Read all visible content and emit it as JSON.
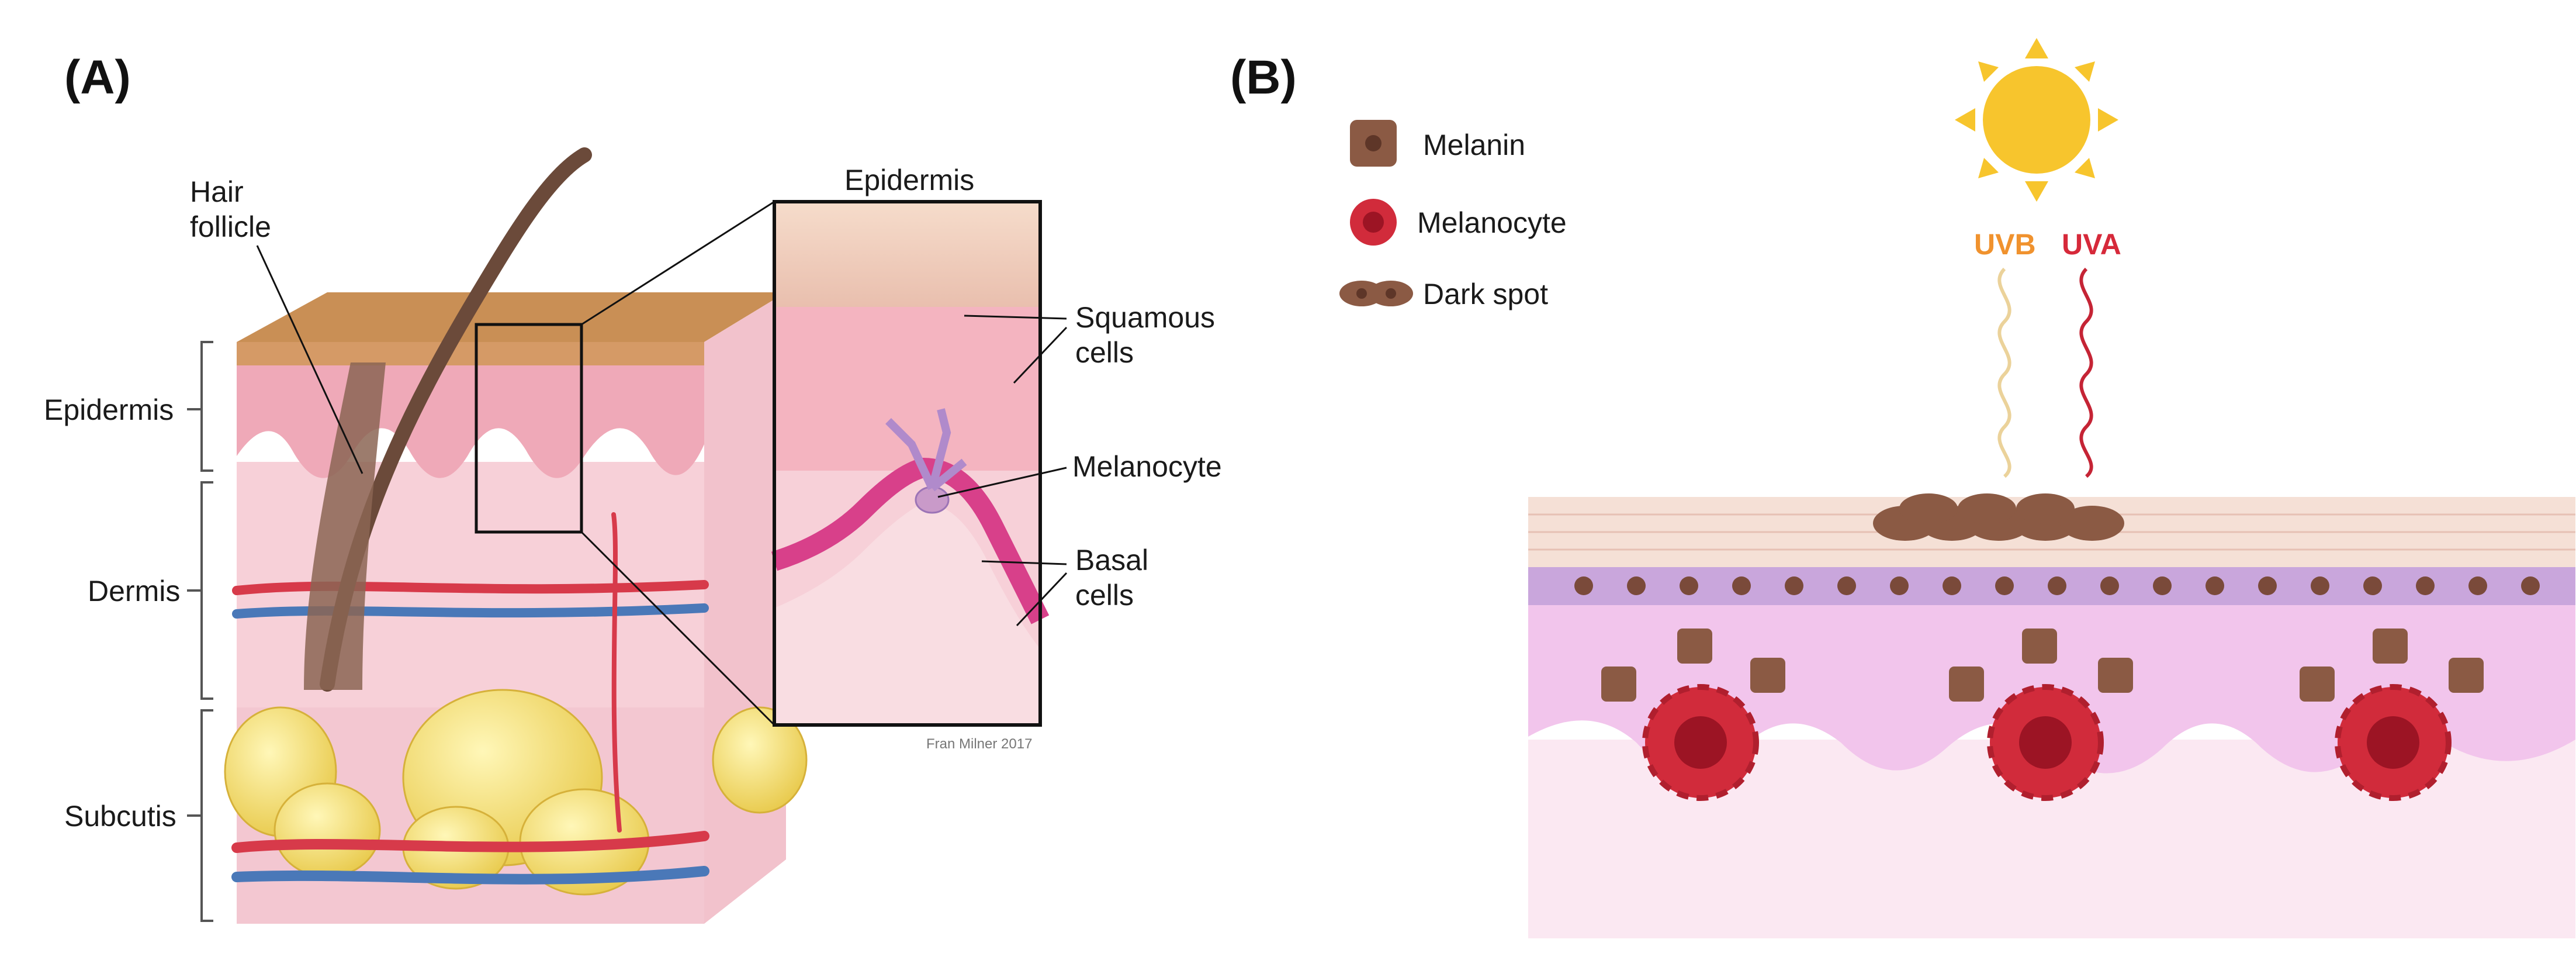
{
  "panel_a": {
    "label": "(A)",
    "labels": {
      "hair_follicle_1": "Hair",
      "hair_follicle_2": "follicle",
      "epidermis_inset": "Epidermis",
      "epidermis": "Epidermis",
      "dermis": "Dermis",
      "subcutis": "Subcutis",
      "squamous_1": "Squamous",
      "squamous_2": "cells",
      "melanocyte": "Melanocyte",
      "basal_1": "Basal",
      "basal_2": "cells"
    },
    "credit": "Fran Milner 2017"
  },
  "panel_b": {
    "label": "(B)",
    "legend": [
      {
        "name": "Melanin",
        "icon": "melanin-icon"
      },
      {
        "name": "Melanocyte",
        "icon": "melanocyte-icon"
      },
      {
        "name": "Dark spot",
        "icon": "dark-spot-icon"
      }
    ],
    "uvb": "UVB",
    "uva": "UVA",
    "colors": {
      "uvb": "#f0922e",
      "uva": "#d6293a",
      "sun": "#f7c52d"
    }
  }
}
